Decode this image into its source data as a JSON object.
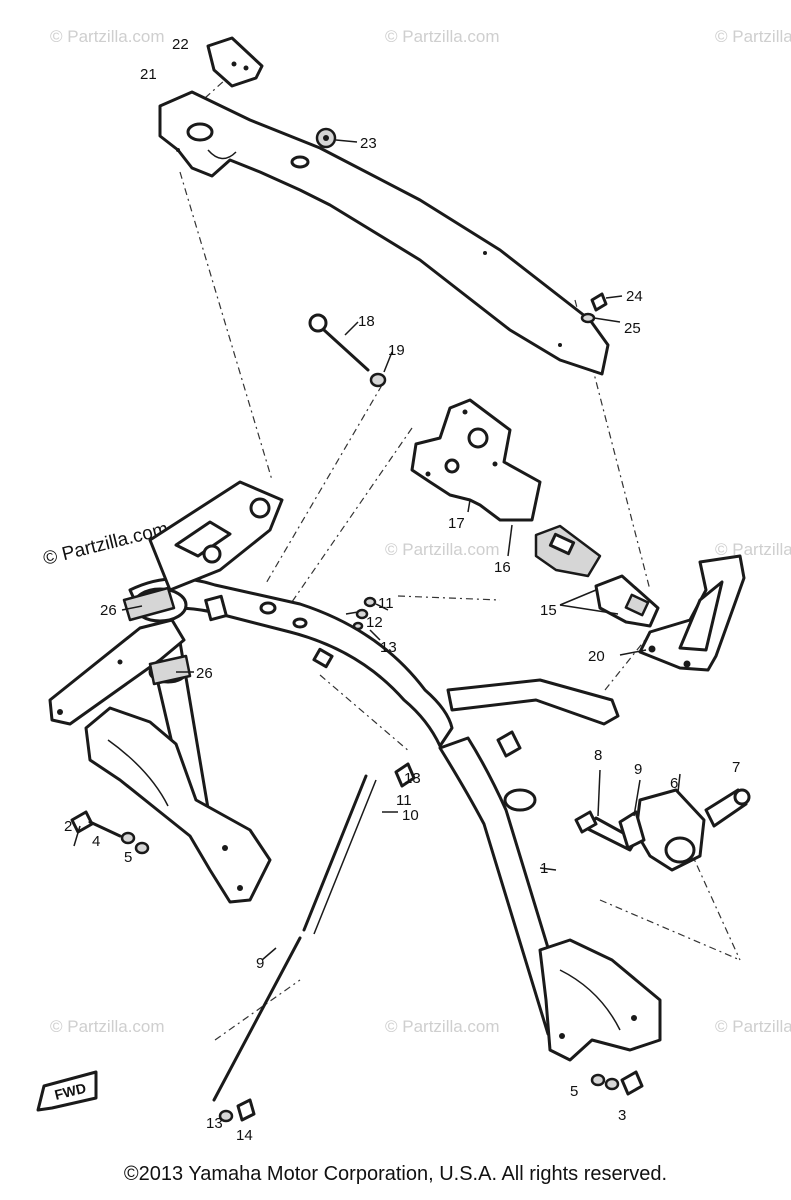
{
  "watermark": "© Partzilla.com",
  "copyright": "©2013  Yamaha Motor Corporation, U.S.A. All rights reserved.",
  "fwd_label": "FWD",
  "callouts": [
    "1",
    "2",
    "3",
    "4",
    "5",
    "5",
    "6",
    "7",
    "8",
    "9",
    "9",
    "10",
    "11",
    "11",
    "12",
    "13",
    "13",
    "13",
    "14",
    "15",
    "16",
    "17",
    "18",
    "19",
    "20",
    "21",
    "22",
    "23",
    "24",
    "25",
    "26",
    "26"
  ]
}
